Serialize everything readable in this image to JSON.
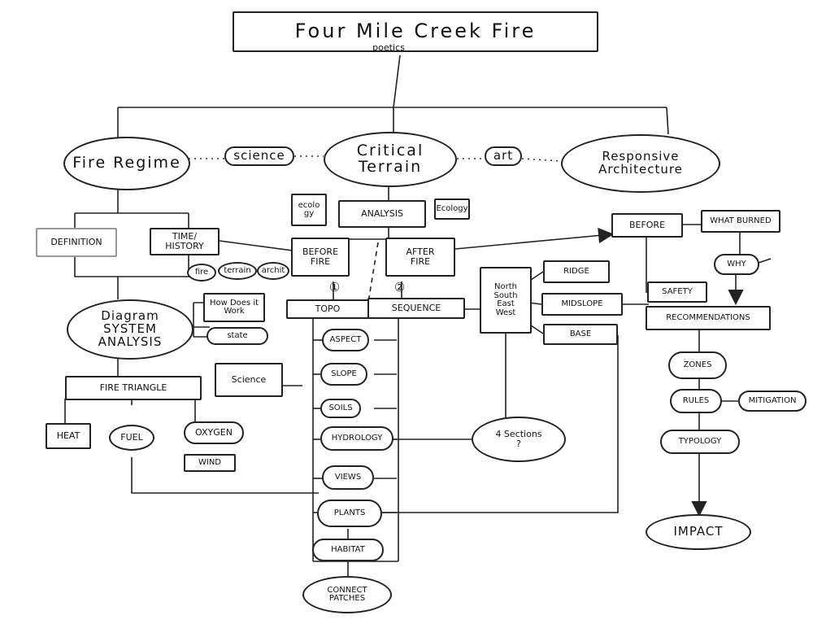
{
  "title": "Four Mile Creek Fire",
  "subtitle": "poetics",
  "top": {
    "fire_regime": "Fire Regime",
    "science": "science",
    "critical_terrain": "Critical\nTerrain",
    "art": "art",
    "responsive_architecture": "Responsive\nArchitecture"
  },
  "left": {
    "definition": "DEFINITION",
    "time_history": "TIME/\nHISTORY",
    "fire": "fire",
    "terrain": "terrain",
    "archit": "archit",
    "how_does_it_work": "How Does it\nWork",
    "state": "state",
    "system_analysis": "Diagram\nSYSTEM\nANALYSIS",
    "fire_triangle": "FIRE TRIANGLE",
    "science_box": "Science",
    "heat": "HEAT",
    "fuel": "FUEL",
    "oxygen": "OXYGEN",
    "wind": "WIND"
  },
  "center": {
    "ecology_left": "ecolo\ngy",
    "analysis": "ANALYSIS",
    "ecology_right": "Ecology",
    "before_fire": "BEFORE\nFIRE",
    "after_fire": "AFTER\nFIRE",
    "num_1": "①",
    "num_2": "②",
    "topo": "TOPO",
    "sequence": "SEQUENCE",
    "aspect": "ASPECT",
    "slope": "SLOPE",
    "soils": "SOILS",
    "hydrology": "HYDROLOGY",
    "views": "VIEWS",
    "plants": "PLANTS",
    "habitat": "HABITAT",
    "connect_patches": "CONNECT\nPATCHES"
  },
  "middle_right": {
    "directions": "North\nSouth\nEast\nWest",
    "ridge": "RIDGE",
    "midslope": "MIDSLOPE",
    "base": "BASE",
    "four_sections": "4 Sections\n?"
  },
  "right": {
    "before": "BEFORE",
    "what_burned": "WHAT BURNED",
    "why": "WHY",
    "safety": "SAFETY",
    "recommendations": "RECOMMENDATIONS",
    "zones": "ZONES",
    "rules": "RULES",
    "mitigation": "MITIGATION",
    "typology": "TYPOLOGY",
    "impact": "IMPACT"
  }
}
